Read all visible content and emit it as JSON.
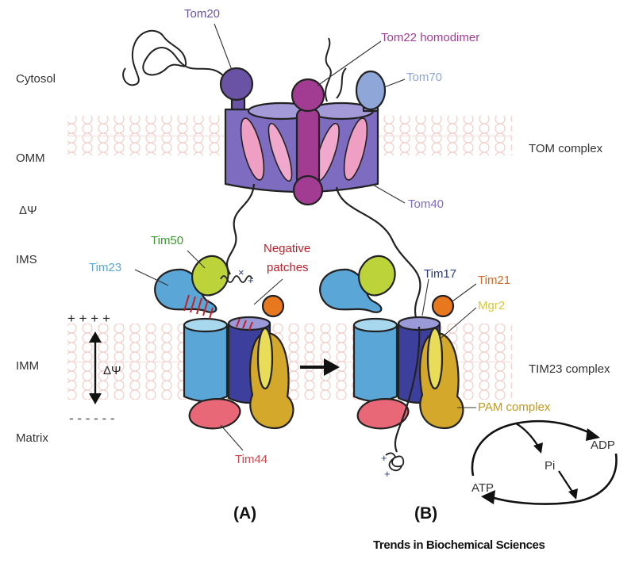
{
  "regions": {
    "cytosol": "Cytosol",
    "omm": "OMM",
    "delta_psi_outer": "ΔΨ",
    "ims": "IMS",
    "imm": "IMM",
    "matrix": "Matrix"
  },
  "complexes": {
    "tom": "TOM complex",
    "tim23": "TIM23 complex",
    "pam": "PAM complex"
  },
  "components": {
    "tom20": "Tom20",
    "tom22": "Tom22 homodimer",
    "tom70": "Tom70",
    "tom40": "Tom40",
    "tim50": "Tim50",
    "tim23": "Tim23",
    "negative_line1": "Negative",
    "negative_line2": "patches",
    "tim17": "Tim17",
    "tim21": "Tim21",
    "mgr2": "Mgr2",
    "tim44": "Tim44"
  },
  "potential": {
    "plus_signs": "+ + + +",
    "minus_signs": "- - - - - -",
    "delta_psi": "ΔΨ"
  },
  "cycle": {
    "atp": "ATP",
    "adp": "ADP",
    "pi": "Pi"
  },
  "panels": {
    "a": "(A)",
    "b": "(B)"
  },
  "credit": "Trends in Biochemical Sciences",
  "colors": {
    "tom20": "#6a52a4",
    "tom22": "#a23c92",
    "tom70": "#8fa6d8",
    "tom40": "#7d6cc0",
    "tim50": "#3a9a2e",
    "tim23": "#5aa6d6",
    "negative": "#c0202a",
    "tim17": "#2a3a7a",
    "tim21": "#d06a2a",
    "mgr2": "#d8c83a",
    "tim44": "#d04850",
    "pam": "#c09a20"
  }
}
